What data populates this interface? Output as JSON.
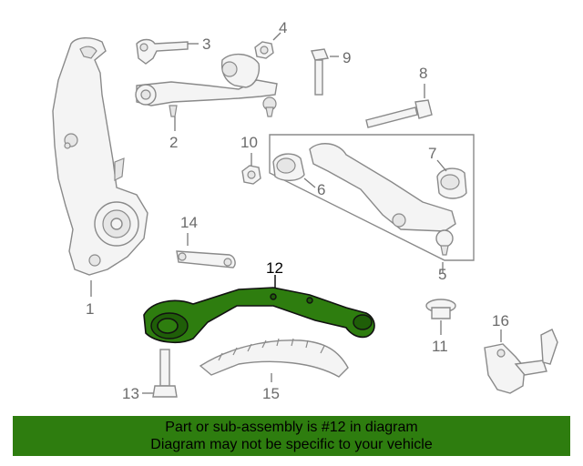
{
  "labels": {
    "p1": "1",
    "p2": "2",
    "p3": "3",
    "p4": "4",
    "p5": "5",
    "p6": "6",
    "p7": "7",
    "p8": "8",
    "p9": "9",
    "p10": "10",
    "p11": "11",
    "p12": "12",
    "p13": "13",
    "p14": "14",
    "p15": "15",
    "p16": "16"
  },
  "highlighted_part": "12",
  "colors": {
    "highlight": "#2e7d0f",
    "banner": "#2e7d0f",
    "line": "#8a8a8a",
    "label": "#6b6b6b"
  },
  "banner": {
    "line1": "Part or sub-assembly is #12 in diagram",
    "line2": "Diagram may not be specific to your vehicle"
  }
}
